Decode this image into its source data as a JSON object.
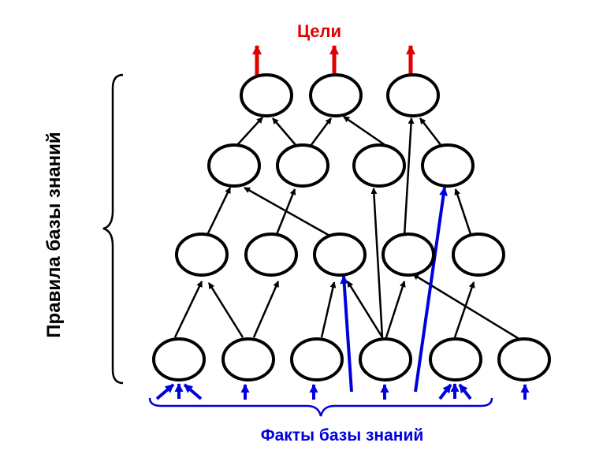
{
  "labels": {
    "goals": "Цели",
    "facts": "Факты базы знаний",
    "rules": "Правила базы знаний"
  },
  "colors": {
    "goal_arrow": "#e00000",
    "goal_label": "#e00000",
    "fact_arrow": "#0000dd",
    "fact_label": "#0000dd",
    "node_stroke": "#000000",
    "edge": "#000000",
    "brace": "#000000"
  }
}
